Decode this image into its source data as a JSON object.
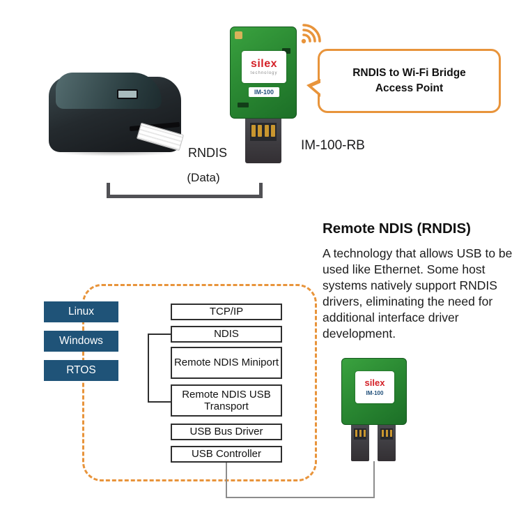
{
  "colors": {
    "accent_orange": "#E8943B",
    "os_box_blue": "#1F5378",
    "pcb_green": "#2B8A33",
    "silex_red": "#D42027",
    "cable_gray": "#8C8C8C"
  },
  "top_diagram": {
    "bubble": {
      "line1": "RNDIS to Wi-Fi Bridge",
      "line2": "Access Point"
    },
    "module_caption": "IM-100-RB",
    "connection_label": "RNDIS",
    "connection_sublabel": "(Data)",
    "module": {
      "brand": "silex",
      "brand_tag": "technology",
      "model": "IM-100"
    }
  },
  "info_panel": {
    "heading": "Remote NDIS (RNDIS)",
    "body": "A technology that allows USB to be used like Ethernet. Some host systems natively support RNDIS drivers, eliminating the need for additional interface driver development."
  },
  "stack_diagram": {
    "os_boxes": [
      {
        "label": "Linux"
      },
      {
        "label": "Windows"
      },
      {
        "label": "RTOS"
      }
    ],
    "layer_boxes": [
      {
        "label": "TCP/IP"
      },
      {
        "label": "NDIS"
      },
      {
        "label": "Remote NDIS Miniport"
      },
      {
        "label": "Remote NDIS USB Transport"
      },
      {
        "label": "USB Bus Driver"
      },
      {
        "label": "USB Controller"
      }
    ],
    "module": {
      "brand": "silex",
      "model": "IM-100"
    }
  }
}
